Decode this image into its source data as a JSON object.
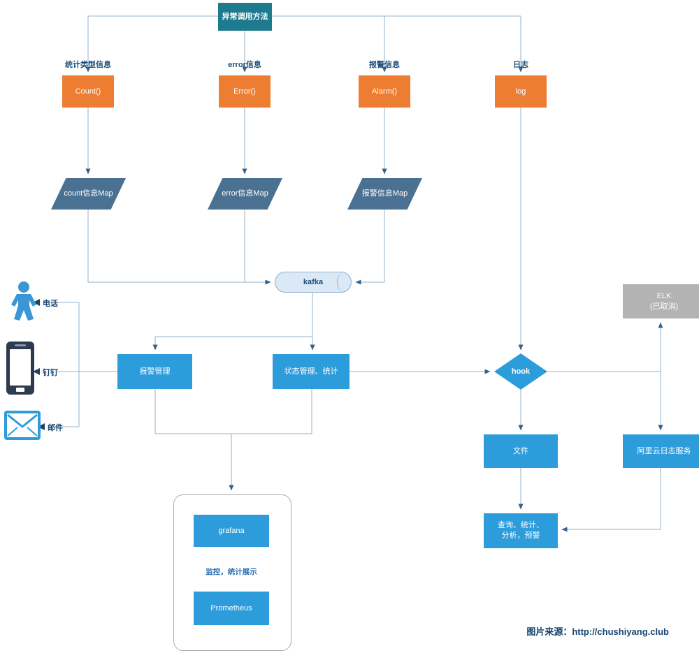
{
  "colors": {
    "teal": "#1e7a8e",
    "orange": "#ed7d31",
    "slate_blue": "#4a7191",
    "bright_blue": "#2d9cdb",
    "gray": "#b3b3b3",
    "kafka_fill": "#dbe8f6",
    "line": "#96b0c8",
    "arrow": "#2f6290",
    "label_text": "#1f4e79"
  },
  "root": {
    "label": "异常调用方法"
  },
  "branches": {
    "count": {
      "edge_label": "统计类型信息",
      "method": "Count()",
      "map": "count信息Map"
    },
    "error": {
      "edge_label": "error信息",
      "method": "Error()",
      "map": "error信息Map"
    },
    "alarm": {
      "edge_label": "报警信息",
      "method": "Alarm()",
      "map": "报警信息Map"
    },
    "log": {
      "edge_label": "日志",
      "method": "log"
    }
  },
  "kafka": {
    "label": "kafka"
  },
  "notify": {
    "phone_label": "电话",
    "dingtalk_label": "钉钉",
    "mail_label": "邮件",
    "icons": [
      "person-icon",
      "smartphone-icon",
      "envelope-icon"
    ]
  },
  "processors": {
    "alarm_manager": "报警管理",
    "state_manager": "状态管理、统计"
  },
  "hook": {
    "label": "hook"
  },
  "elk": {
    "title": "ELK",
    "note": "(已取消)"
  },
  "sinks": {
    "file": "文件",
    "aliyun": "阿里云日志服务"
  },
  "analysis": {
    "line1": "查询、统计、",
    "line2": "分析，预警"
  },
  "monitoring": {
    "grafana": "grafana",
    "caption": "监控，统计展示",
    "prometheus": "Prometheus"
  },
  "footer": {
    "credit": "图片来源：http://chushiyang.club"
  }
}
